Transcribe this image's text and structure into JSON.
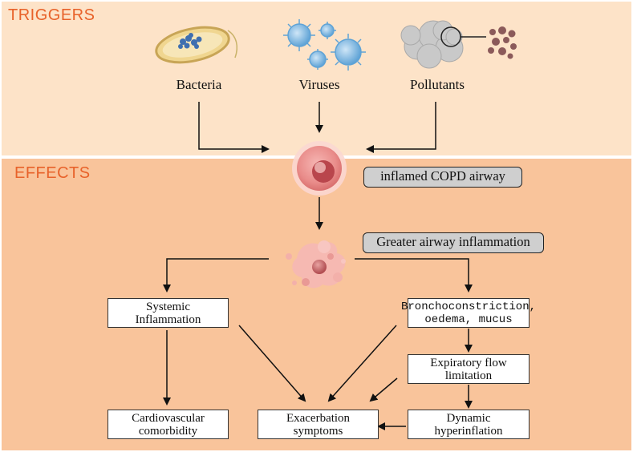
{
  "sections": {
    "triggers": "TRIGGERS",
    "effects": "EFFECTS"
  },
  "triggers": [
    {
      "label": "Bacteria",
      "icon": "bacterium-icon"
    },
    {
      "label": "Viruses",
      "icon": "virus-cluster-icon"
    },
    {
      "label": "Pollutants",
      "icon": "pollutant-cloud-icon"
    }
  ],
  "stages": {
    "airway_label": "inflamed COPD airway",
    "inflammation_label": "Greater airway inflammation"
  },
  "boxes": {
    "systemic": [
      "Systemic",
      "Inflammation"
    ],
    "broncho": [
      "Bronchoconstriction,",
      "oedema, mucus"
    ],
    "expiratory": [
      "Expiratory flow",
      "limitation"
    ],
    "cardio": [
      "Cardiovascular",
      "comorbidity"
    ],
    "exacerbation": [
      "Exacerbation",
      "symptoms"
    ],
    "hyperinflation": [
      "Dynamic",
      "hyperinflation"
    ]
  },
  "colors": {
    "triggers_bg": "#fde3c8",
    "effects_bg": "#f9c49b",
    "section_label": "#e8622a",
    "pill_bg": "#cfcfcf"
  }
}
